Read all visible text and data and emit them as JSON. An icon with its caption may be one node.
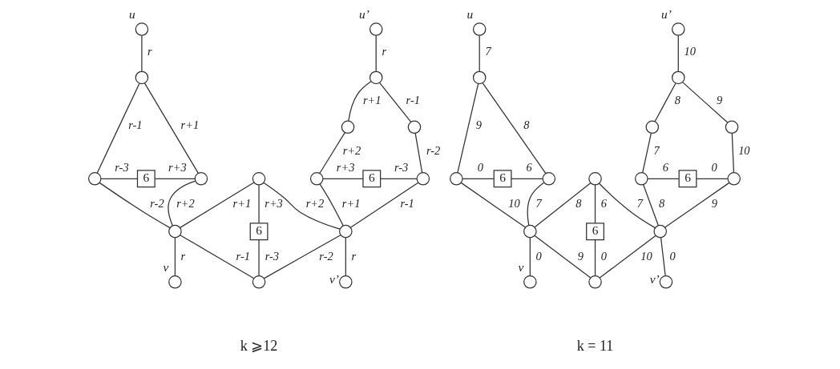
{
  "diagram": {
    "nodes": [
      {
        "text": [],
        "shape": "circle",
        "beside": [
          "u"
        ]
      },
      {
        "text": [],
        "shape": "circle",
        "beside": [
          "u’"
        ]
      },
      {
        "text": [],
        "shape": "circle"
      },
      {
        "text": [],
        "shape": "circle"
      },
      {
        "text": [],
        "shape": "circle"
      },
      {
        "text": [],
        "shape": "circle"
      },
      {
        "text": [],
        "shape": "circle"
      },
      {
        "text": [
          "6"
        ]
      },
      {
        "text": [],
        "shape": "circle"
      },
      {
        "text": [],
        "shape": "circle"
      },
      {
        "text": [],
        "shape": "circle"
      },
      {
        "text": [
          "6"
        ]
      },
      {
        "text": [],
        "shape": "circle"
      },
      {
        "text": [],
        "shape": "circle"
      },
      {
        "text": [
          "6"
        ]
      },
      {
        "text": [],
        "shape": "circle"
      },
      {
        "text": [],
        "shape": "circle",
        "beside": [
          "v"
        ]
      },
      {
        "text": [],
        "shape": "circle"
      },
      {
        "text": [],
        "shape": "circle",
        "beside": [
          "v’"
        ]
      },
      {
        "text": [],
        "shape": "circle",
        "beside": [
          "u"
        ]
      },
      {
        "text": [],
        "shape": "circle",
        "beside": [
          "u’"
        ]
      },
      {
        "text": [],
        "shape": "circle"
      },
      {
        "text": [],
        "shape": "circle"
      },
      {
        "text": [],
        "shape": "circle"
      },
      {
        "text": [],
        "shape": "circle"
      },
      {
        "text": [],
        "shape": "circle"
      },
      {
        "text": [
          "6"
        ]
      },
      {
        "text": [],
        "shape": "circle"
      },
      {
        "text": [],
        "shape": "circle"
      },
      {
        "text": [],
        "shape": "circle"
      },
      {
        "text": [
          "6"
        ]
      },
      {
        "text": [],
        "shape": "circle"
      },
      {
        "text": [],
        "shape": "circle"
      },
      {
        "text": [
          "6"
        ]
      },
      {
        "text": [],
        "shape": "circle"
      },
      {
        "text": [],
        "shape": "circle",
        "beside": [
          "v"
        ]
      },
      {
        "text": [],
        "shape": "circle"
      },
      {
        "text": [],
        "shape": "circle",
        "beside": [
          "v’"
        ]
      }
    ],
    "edges": [
      {
        "from": 0,
        "to": 2,
        "arrow": "none",
        "label": "r"
      },
      {
        "from": 2,
        "to": 6,
        "arrow": "none",
        "label": "r-1"
      },
      {
        "from": 2,
        "to": 8,
        "arrow": "none",
        "label": "r+1"
      },
      {
        "from": 6,
        "to": 7,
        "arrow": "none",
        "label": "r-3"
      },
      {
        "from": 7,
        "to": 8,
        "arrow": "none",
        "label": "r+3"
      },
      {
        "from": 6,
        "to": 13,
        "arrow": "none",
        "label": "r-2"
      },
      {
        "from": 8,
        "to": 13,
        "arrow": "none",
        "label": "r+2"
      },
      {
        "from": 13,
        "to": 16,
        "arrow": "none",
        "label": "r"
      },
      {
        "from": 9,
        "to": 13,
        "arrow": "none",
        "label": "r+1"
      },
      {
        "from": 13,
        "to": 17,
        "arrow": "none",
        "label": "r-1"
      },
      {
        "from": 9,
        "to": 14,
        "arrow": "none",
        "label": "r+3"
      },
      {
        "from": 14,
        "to": 17,
        "arrow": "none",
        "label": "r-3"
      },
      {
        "from": 9,
        "to": 15,
        "arrow": "none",
        "label": "r+2"
      },
      {
        "from": 15,
        "to": 17,
        "arrow": "none",
        "label": "r-2"
      },
      {
        "from": 1,
        "to": 3,
        "arrow": "none",
        "label": "r"
      },
      {
        "from": 3,
        "to": 4,
        "arrow": "none",
        "label": "r+1"
      },
      {
        "from": 3,
        "to": 5,
        "arrow": "none",
        "label": "r-1"
      },
      {
        "from": 4,
        "to": 10,
        "arrow": "none",
        "label": "r+2"
      },
      {
        "from": 5,
        "to": 12,
        "arrow": "none",
        "label": "r-2"
      },
      {
        "from": 10,
        "to": 11,
        "arrow": "none",
        "label": "r+3"
      },
      {
        "from": 11,
        "to": 12,
        "arrow": "none",
        "label": "r-3"
      },
      {
        "from": 10,
        "to": 15,
        "arrow": "none",
        "label": "r+1"
      },
      {
        "from": 12,
        "to": 15,
        "arrow": "none",
        "label": "r-1"
      },
      {
        "from": 15,
        "to": 18,
        "arrow": "none",
        "label": "r"
      },
      {
        "from": 19,
        "to": 21,
        "arrow": "none",
        "label": "7"
      },
      {
        "from": 21,
        "to": 25,
        "arrow": "none",
        "label": "9"
      },
      {
        "from": 21,
        "to": 27,
        "arrow": "none",
        "label": "8"
      },
      {
        "from": 25,
        "to": 26,
        "arrow": "none",
        "label": "0"
      },
      {
        "from": 26,
        "to": 27,
        "arrow": "none",
        "label": "6"
      },
      {
        "from": 25,
        "to": 32,
        "arrow": "none",
        "label": "10"
      },
      {
        "from": 27,
        "to": 32,
        "arrow": "none",
        "label": "7"
      },
      {
        "from": 32,
        "to": 35,
        "arrow": "none",
        "label": "0"
      },
      {
        "from": 28,
        "to": 32,
        "arrow": "none",
        "label": "8"
      },
      {
        "from": 32,
        "to": 36,
        "arrow": "none",
        "label": "9"
      },
      {
        "from": 28,
        "to": 33,
        "arrow": "none",
        "label": "6"
      },
      {
        "from": 33,
        "to": 36,
        "arrow": "none",
        "label": "0"
      },
      {
        "from": 28,
        "to": 34,
        "arrow": "none",
        "label": "7"
      },
      {
        "from": 34,
        "to": 36,
        "arrow": "none",
        "label": "10"
      },
      {
        "from": 20,
        "to": 22,
        "arrow": "none",
        "label": "10"
      },
      {
        "from": 22,
        "to": 23,
        "arrow": "none",
        "label": "8"
      },
      {
        "from": 22,
        "to": 24,
        "arrow": "none",
        "label": "9"
      },
      {
        "from": 23,
        "to": 29,
        "arrow": "none",
        "label": "7"
      },
      {
        "from": 24,
        "to": 31,
        "arrow": "none",
        "label": "10"
      },
      {
        "from": 29,
        "to": 30,
        "arrow": "none",
        "label": "6"
      },
      {
        "from": 30,
        "to": 31,
        "arrow": "none",
        "label": "0"
      },
      {
        "from": 29,
        "to": 34,
        "arrow": "none",
        "label": "8"
      },
      {
        "from": 31,
        "to": 34,
        "arrow": "none",
        "label": "9"
      },
      {
        "from": 34,
        "to": 37,
        "arrow": "none",
        "label": "0"
      }
    ],
    "labels": [
      "k ⩾12",
      "k = 11"
    ]
  }
}
